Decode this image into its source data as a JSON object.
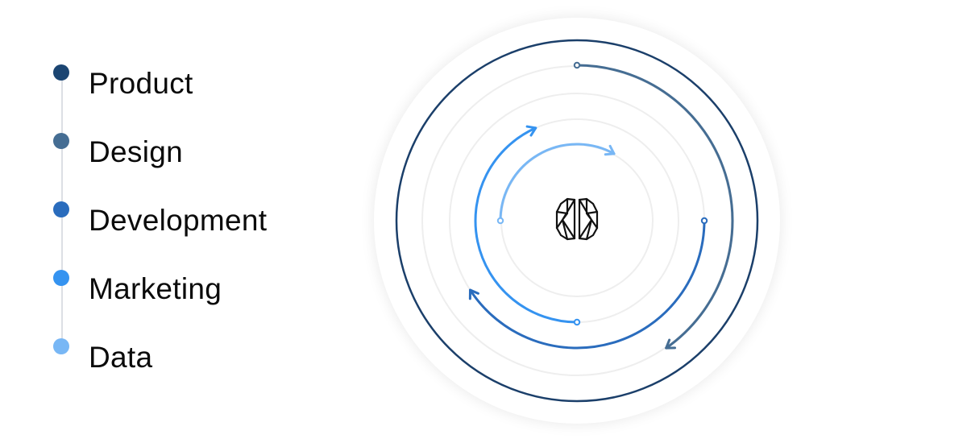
{
  "legend": {
    "items": [
      {
        "label": "Product",
        "color": "#1b4572"
      },
      {
        "label": "Design",
        "color": "#456d93"
      },
      {
        "label": "Development",
        "color": "#2a6cbd"
      },
      {
        "label": "Marketing",
        "color": "#3593f0"
      },
      {
        "label": "Data",
        "color": "#78b7f5"
      }
    ]
  },
  "diagram": {
    "center_icon": "brain-icon",
    "colors": {
      "outer_ring": "#1b3f6a",
      "guide_rings": "#eeeeee",
      "backdrop": "#ffffff"
    }
  }
}
